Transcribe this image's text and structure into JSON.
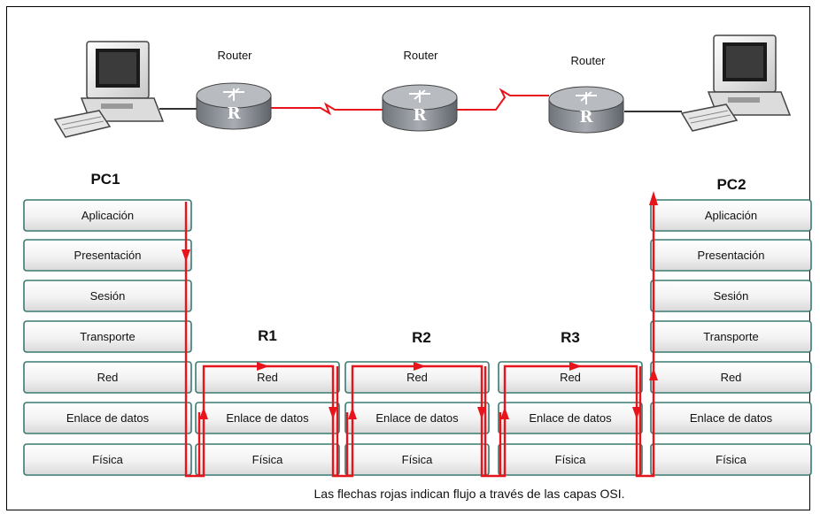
{
  "devices": {
    "router_labels": [
      "Router",
      "Router",
      "Router"
    ],
    "router_glyph": "R"
  },
  "nodes": {
    "pc1": "PC1",
    "pc2": "PC2",
    "r1": "R1",
    "r2": "R2",
    "r3": "R3"
  },
  "osi_layers": [
    "Aplicación",
    "Presentación",
    "Sesión",
    "Transporte",
    "Red",
    "Enlace de datos",
    "Física"
  ],
  "router_layers": [
    "Red",
    "Enlace de datos",
    "Física"
  ],
  "caption": "Las flechas rojas indican flujo a través de las capas OSI.",
  "colors": {
    "flow": "#e8141c",
    "box_border": "#3a7a72",
    "router_body": "#8a8f96"
  }
}
